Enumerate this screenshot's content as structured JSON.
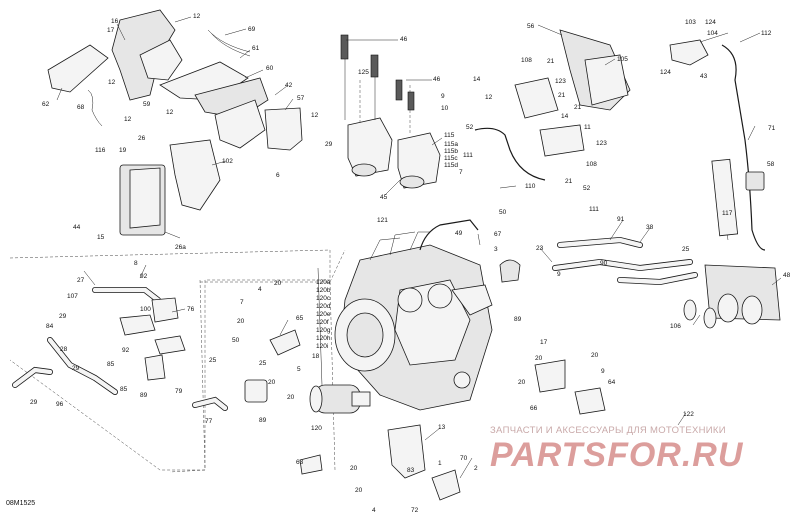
{
  "diagram": {
    "code": "08M1525",
    "watermark": {
      "text": "ЗАПЧАСТИ И АКСЕССУАРЫ ДЛЯ МОТОТЕХНИКИ",
      "logo": "PARTSFOR.RU"
    },
    "callouts": {
      "c1": "16",
      "c2": "17",
      "c3": "12",
      "c4": "62",
      "c5": "68",
      "c6": "12",
      "c7": "59",
      "c8": "12",
      "c9": "69",
      "c10": "61",
      "c11": "60",
      "c12": "42",
      "c13": "57",
      "c14": "12",
      "c15": "12",
      "c16": "6",
      "c17": "46",
      "c18": "125",
      "c19": "46",
      "c20": "9",
      "c21": "10",
      "c22": "29",
      "c23": "115",
      "c24": "115a",
      "c25": "115b",
      "c26": "115c",
      "c27": "115d",
      "c28": "45",
      "c29": "56",
      "c30": "108",
      "c31": "21",
      "c32": "123",
      "c33": "14",
      "c34": "105",
      "c35": "21",
      "c36": "12",
      "c37": "21",
      "c38": "14",
      "c39": "11",
      "c40": "52",
      "c41": "123",
      "c42": "111",
      "c43": "108",
      "c44": "21",
      "c45": "52",
      "c46": "111",
      "c47": "103",
      "c48": "124",
      "c49": "104",
      "c50": "112",
      "c51": "124",
      "c52": "43",
      "c53": "71",
      "c54": "58",
      "c55": "117",
      "c56": "26",
      "c57": "116",
      "c58": "19",
      "c59": "102",
      "c60": "44",
      "c61": "15",
      "c62": "26a",
      "c63": "7",
      "c64": "110",
      "c65": "50",
      "c66": "121",
      "c67": "49",
      "c68": "67",
      "c69": "3",
      "c70": "91",
      "c71": "38",
      "c72": "23",
      "c73": "90",
      "c74": "25",
      "c75": "48",
      "c76": "9",
      "c77": "89",
      "c78": "106",
      "c79": "8",
      "c80": "92",
      "c81": "27",
      "c82": "107",
      "c83": "100",
      "c84": "76",
      "c85": "29",
      "c86": "84",
      "c87": "28",
      "c88": "92",
      "c89": "85",
      "c90": "85",
      "c91": "29",
      "c92": "96",
      "c93": "29",
      "c94": "89",
      "c95": "79",
      "c96": "25",
      "c97": "77",
      "c98": "4",
      "c99": "20",
      "c100": "7",
      "c101": "20",
      "c102": "50",
      "c103": "65",
      "c104": "25",
      "c105": "20",
      "c106": "89",
      "c107": "5",
      "c108": "20",
      "c109": "18",
      "c110": "120a",
      "c111": "120b",
      "c112": "120c",
      "c113": "120d",
      "c114": "120e",
      "c115": "120f",
      "c116": "120g",
      "c117": "120h",
      "c118": "120i",
      "c119": "120",
      "c120": "63",
      "c121": "17",
      "c122": "20",
      "c123": "20",
      "c124": "20",
      "c125": "66",
      "c126": "9",
      "c127": "64",
      "c128": "122",
      "c129": "13",
      "c130": "83",
      "c131": "20",
      "c132": "20",
      "c133": "1",
      "c134": "70",
      "c135": "2",
      "c136": "4",
      "c137": "72"
    }
  }
}
